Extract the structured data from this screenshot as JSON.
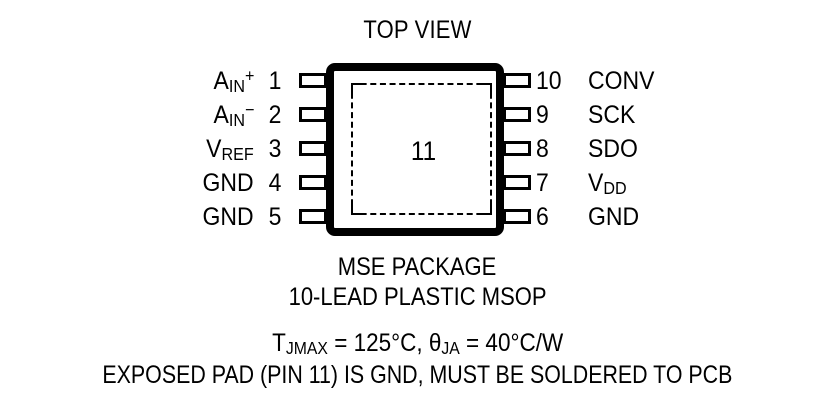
{
  "figure": {
    "title": "TOP VIEW",
    "exposed_pad_number": "11",
    "package_name": "MSE PACKAGE",
    "lead_type": "10-LEAD PLASTIC MSOP",
    "thermal": {
      "tjmax_symbol": "T",
      "tjmax_subscript": "JMAX",
      "tjmax_value": " = 125°C, ",
      "theta_symbol": "θ",
      "theta_subscript": "JA",
      "theta_value": " = 40°C/W"
    },
    "pad_note": "EXPOSED PAD (PIN 11) IS GND, MUST BE SOLDERED TO PCB",
    "colors": {
      "ink": "#000000",
      "background": "#ffffff"
    }
  },
  "pins_left": [
    {
      "number": "1",
      "name": "A",
      "sub": "IN",
      "sup": "+"
    },
    {
      "number": "2",
      "name": "A",
      "sub": "IN",
      "sup": "−"
    },
    {
      "number": "3",
      "name": "V",
      "sub": "REF",
      "sup": ""
    },
    {
      "number": "4",
      "name": "GND",
      "sub": "",
      "sup": ""
    },
    {
      "number": "5",
      "name": "GND",
      "sub": "",
      "sup": ""
    }
  ],
  "pins_right": [
    {
      "number": "10",
      "name": "CONV",
      "sub": "",
      "sup": ""
    },
    {
      "number": "9",
      "name": "SCK",
      "sub": "",
      "sup": ""
    },
    {
      "number": "8",
      "name": "SDO",
      "sub": "",
      "sup": ""
    },
    {
      "number": "7",
      "name": "V",
      "sub": "DD",
      "sup": ""
    },
    {
      "number": "6",
      "name": "GND",
      "sub": "",
      "sup": ""
    }
  ]
}
